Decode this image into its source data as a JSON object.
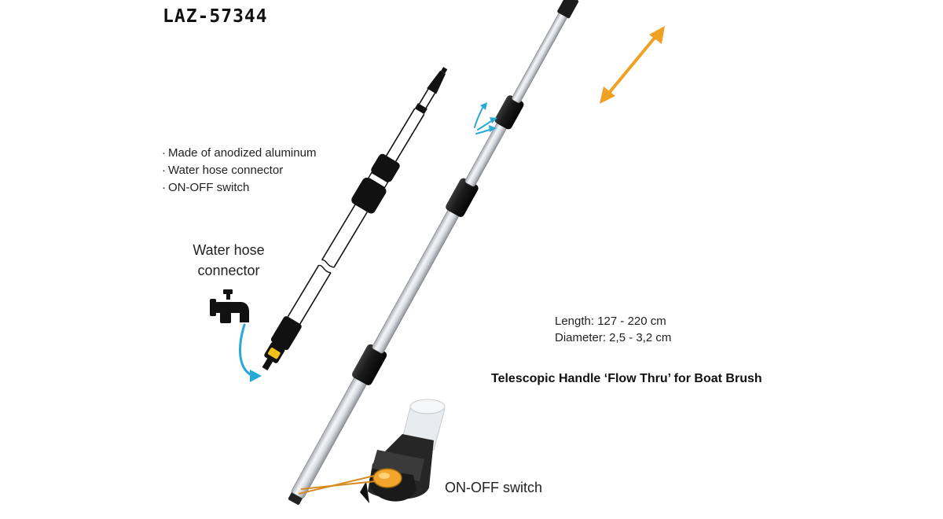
{
  "product_code": "LAZ-57344",
  "features": [
    {
      "bullet": "·",
      "text": "Made of anodized aluminum"
    },
    {
      "bullet": "·",
      "text": "Water hose connector"
    },
    {
      "bullet": "·",
      "text": "ON-OFF switch"
    }
  ],
  "hose_label": "Water hose connector",
  "specs": {
    "length": "Length: 127 - 220 cm",
    "diameter": "Diameter: 2,5 - 3,2 cm"
  },
  "product_name": "Telescopic Handle ‘Flow Thru’ for Boat Brush",
  "switch_label": "ON-OFF switch",
  "colors": {
    "accent_orange": "#f0a023",
    "water_blue": "#28a9d8",
    "switch_yellow": "#f2c21a",
    "grip_black": "#151515",
    "aluminum": "#dfe2e6"
  },
  "icons": [
    "double-arrow-icon",
    "faucet-icon",
    "water-spray-icon",
    "curved-arrow-icon"
  ]
}
